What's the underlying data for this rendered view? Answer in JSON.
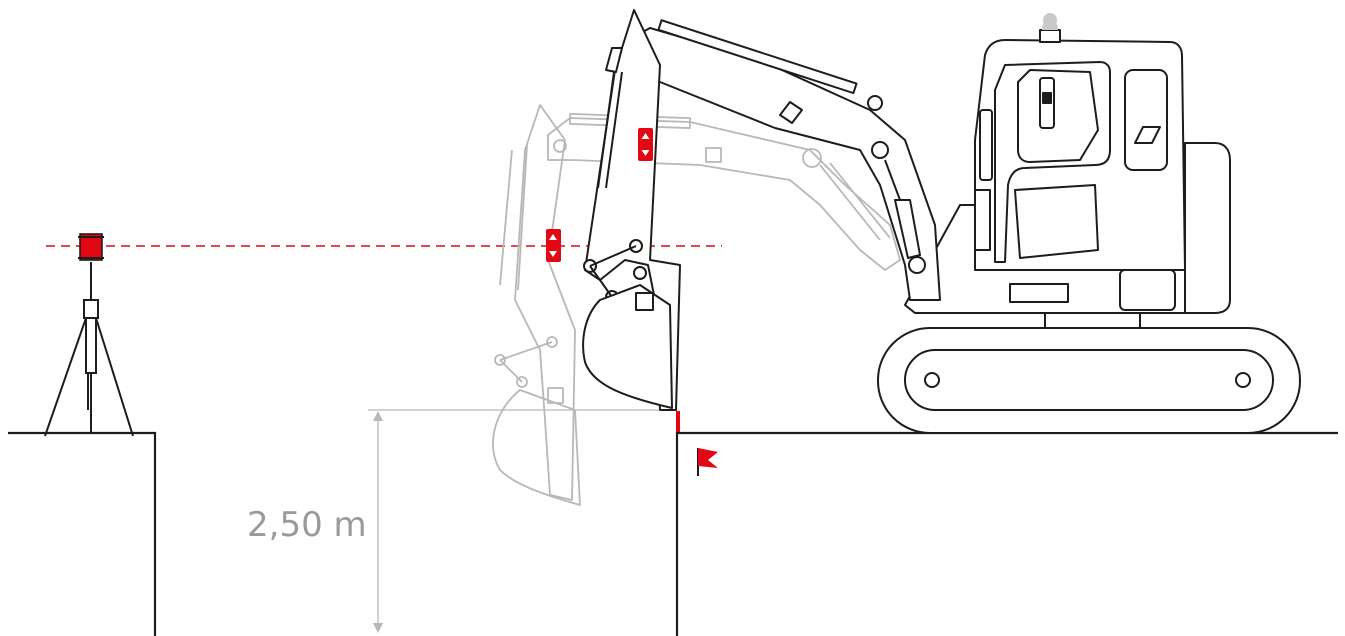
{
  "colors": {
    "line": "#1d1d1b",
    "ghost": "#b8b8b8",
    "accent": "#e30613",
    "dimension": "#9a9a9a"
  },
  "dimension": {
    "label": "2,50 m",
    "value": 2.5,
    "unit": "m"
  },
  "icons": [
    "rotating-laser-icon",
    "tripod-icon",
    "flag-icon",
    "excavator-icon",
    "laser-receiver-icon"
  ]
}
